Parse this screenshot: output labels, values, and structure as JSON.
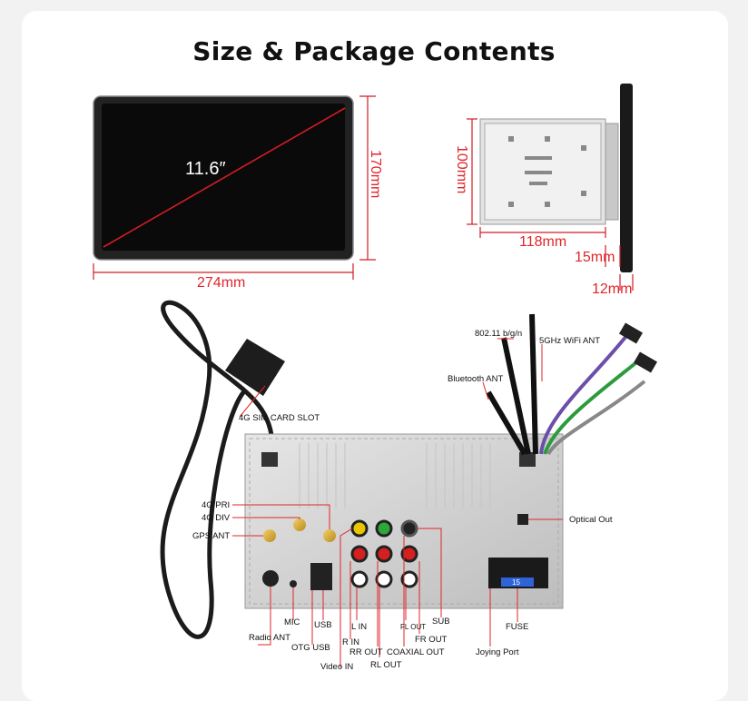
{
  "title": "Size & Package Contents",
  "screen": {
    "diagonal": "11.6″",
    "width": "274mm",
    "height": "170mm"
  },
  "unit_side": {
    "height": "100mm",
    "depth": "118mm",
    "bezel": "15mm",
    "thickness": "12mm"
  },
  "antennas": {
    "wifi_24": "802.11 b/g/n",
    "wifi_5": "5GHz WiFi ANT",
    "bluetooth": "Bluetooth ANT"
  },
  "ports": {
    "sim": "4G SIM CARD SLOT",
    "pri": "4G PRI",
    "div": "4G DIV",
    "gps": "GPS ANT",
    "radio": "Radio ANT",
    "mic": "MIC",
    "otg": "OTG USB",
    "usb": "USB",
    "video_in": "Video IN",
    "l_in": "L IN",
    "r_in": "R IN",
    "rr_out": "RR OUT",
    "rl_out": "RL OUT",
    "fl_out": "FL OUT",
    "coaxial": "COAXIAL OUT",
    "fr_out": "FR OUT",
    "sub": "SUB",
    "joying": "Joying Port",
    "fuse": "FUSE",
    "optical": "Optical Out"
  },
  "fuse_rating": "15"
}
